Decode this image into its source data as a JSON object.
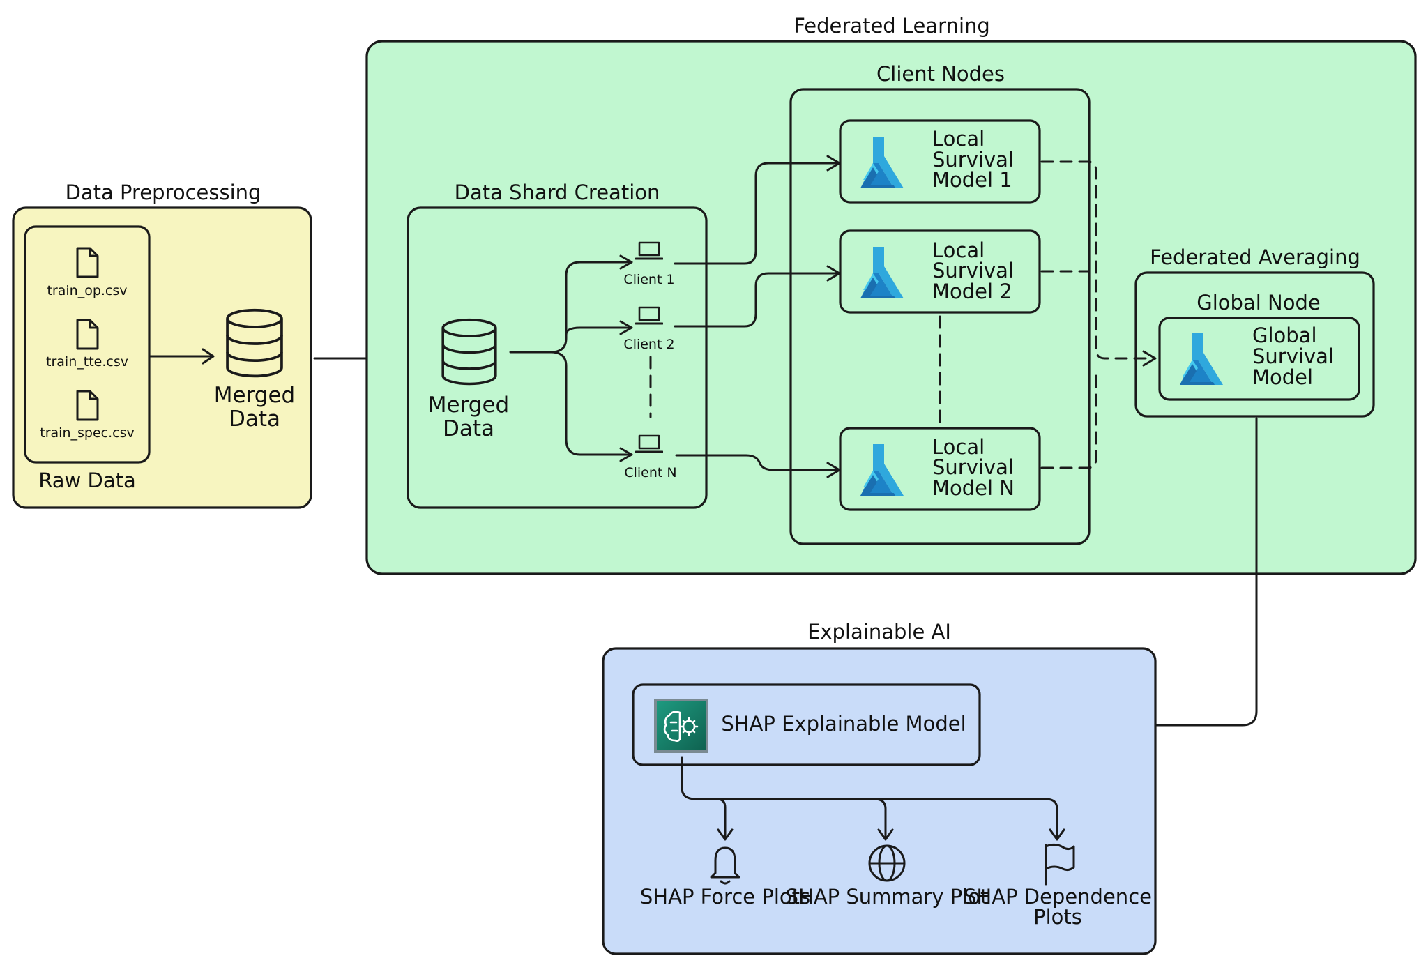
{
  "preprocessing": {
    "title": "Data Preprocessing",
    "raw_data_label": "Raw Data",
    "files": [
      "train_op.csv",
      "train_tte.csv",
      "train_spec.csv"
    ],
    "merged_label_line1": "Merged",
    "merged_label_line2": "Data",
    "color": "#f7f5c0"
  },
  "federated": {
    "title": "Federated Learning",
    "color": "#c1f7d0",
    "shard": {
      "title": "Data Shard Creation",
      "merged_label_line1": "Merged",
      "merged_label_line2": "Data",
      "clients": [
        "Client 1",
        "Client 2",
        "Client N"
      ]
    },
    "client_nodes": {
      "title": "Client Nodes",
      "models": [
        [
          "Local",
          "Survival",
          "Model 1"
        ],
        [
          "Local",
          "Survival",
          "Model 2"
        ],
        [
          "Local",
          "Survival",
          "Model N"
        ]
      ]
    },
    "averaging": {
      "title": "Federated Averaging",
      "global_node_title": "Global Node",
      "global_model": [
        "Global",
        "Survival",
        "Model"
      ]
    }
  },
  "xai": {
    "title": "Explainable AI",
    "color": "#c9dcf9",
    "model_label": "SHAP Explainable Model",
    "outputs": [
      {
        "icon": "bell-icon",
        "label_lines": [
          "SHAP Force Plots"
        ]
      },
      {
        "icon": "globe-icon",
        "label_lines": [
          "SHAP Summary Plot"
        ]
      },
      {
        "icon": "flag-icon",
        "label_lines": [
          "SHAP Dependence",
          "Plots"
        ]
      }
    ]
  }
}
